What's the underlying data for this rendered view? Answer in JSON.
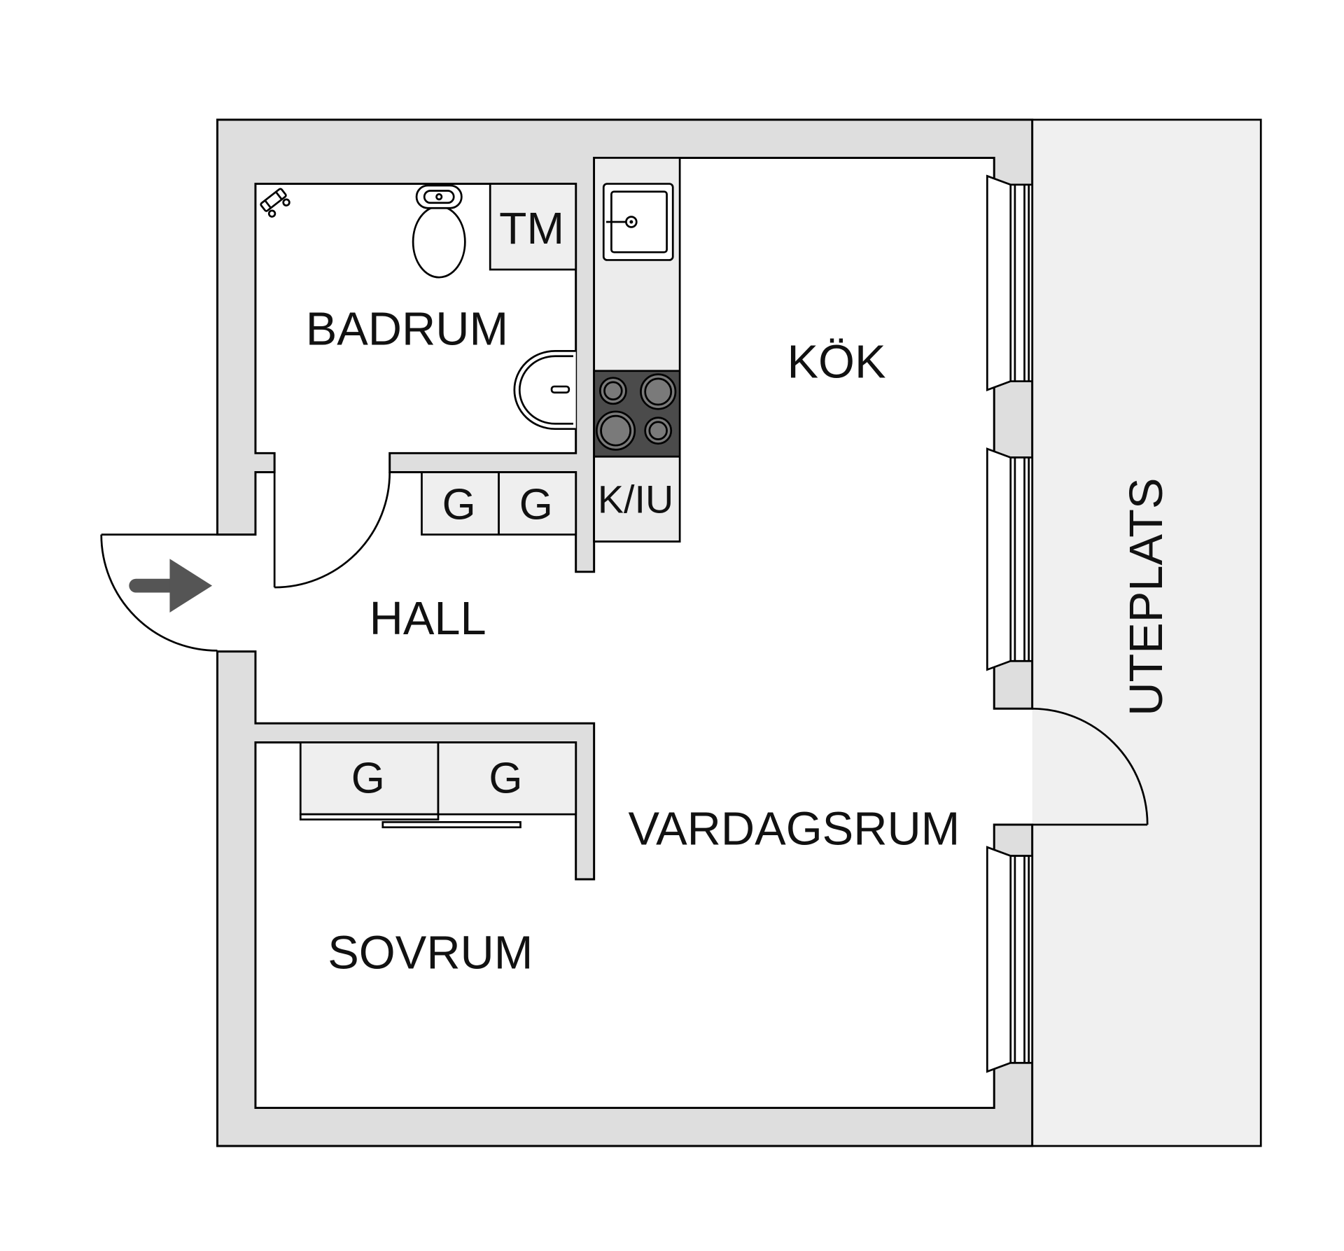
{
  "plan": {
    "rooms": {
      "bathroom": "BADRUM",
      "kitchen": "KÖK",
      "hall": "HALL",
      "living_room": "VARDAGSRUM",
      "bedroom": "SOVRUM",
      "patio": "UTEPLATS"
    },
    "fixtures": {
      "laundry_box": "TM",
      "fridge_freezer_box": "K/IU",
      "hall_wardrobes": [
        "G",
        "G"
      ],
      "bedroom_wardrobes": [
        "G",
        "G"
      ]
    }
  },
  "colors": {
    "wall": "#dedede",
    "patio": "#f0f0f0",
    "cabinet": "#efefef",
    "counter": "#ececec",
    "stove": "#4b4b4b",
    "burner": "#7a7a7a",
    "arrow": "#555555"
  },
  "icons": {
    "entrance": "arrow-right-icon",
    "toilet": "toilet-icon",
    "shower": "shower-icon",
    "bath_sink": "sink-icon",
    "kitchen_sink": "kitchen-sink-icon",
    "stove": "stove-icon"
  }
}
